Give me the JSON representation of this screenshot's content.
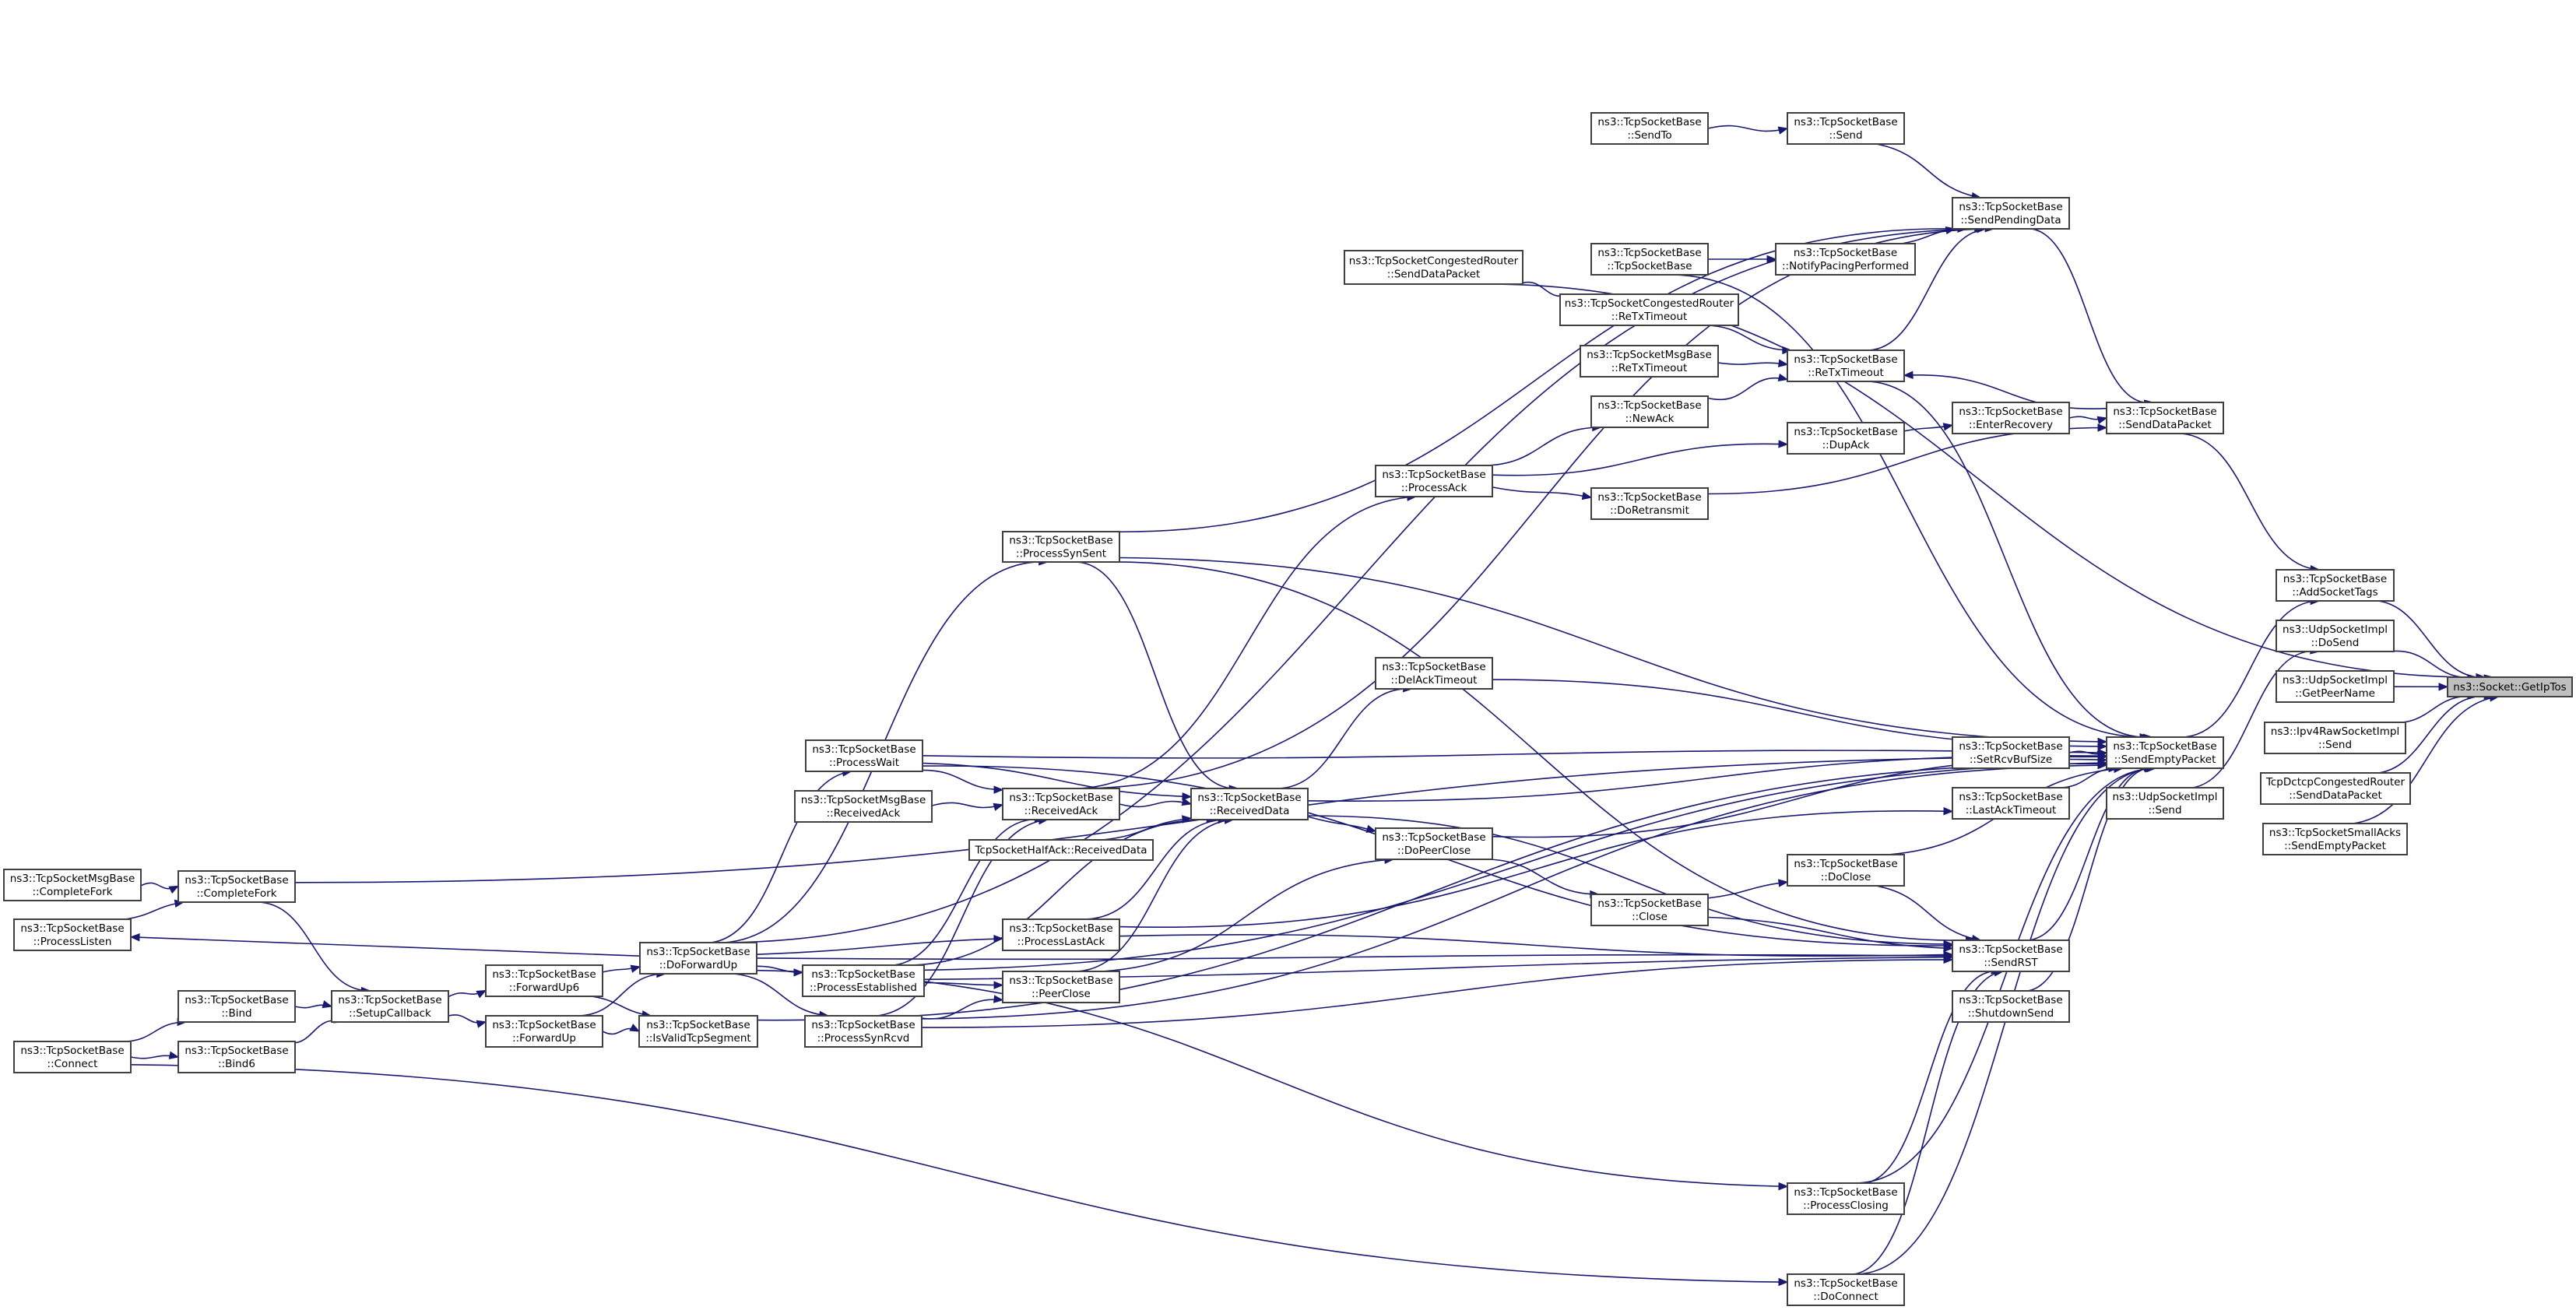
{
  "diagram": {
    "type": "call-graph",
    "focus_node": "getiptos",
    "colors": {
      "edge": "#191970",
      "node_border": "#404040",
      "focus_fill": "#bfbfbf",
      "node_fill": "#ffffff"
    },
    "nodes": [
      {
        "id": "getiptos",
        "lines": [
          "ns3::Socket::GetIpTos"
        ]
      },
      {
        "id": "addsockettags",
        "lines": [
          "ns3::TcpSocketBase",
          "::AddSocketTags"
        ]
      },
      {
        "id": "udp_dosend",
        "lines": [
          "ns3::UdpSocketImpl",
          "::DoSend"
        ]
      },
      {
        "id": "udp_getpeername",
        "lines": [
          "ns3::UdpSocketImpl",
          "::GetPeerName"
        ]
      },
      {
        "id": "ipv4raw_send",
        "lines": [
          "ns3::Ipv4RawSocketImpl",
          "::Send"
        ]
      },
      {
        "id": "dctcp_senddatapacket",
        "lines": [
          "TcpDctcpCongestedRouter",
          "::SendDataPacket"
        ]
      },
      {
        "id": "smallacks_sendemptypacket",
        "lines": [
          "ns3::TcpSocketSmallAcks",
          "::SendEmptyPacket"
        ]
      },
      {
        "id": "sendemptypacket",
        "lines": [
          "ns3::TcpSocketBase",
          "::SendEmptyPacket"
        ]
      },
      {
        "id": "udp_send",
        "lines": [
          "ns3::UdpSocketImpl",
          "::Send"
        ]
      },
      {
        "id": "senddatapacket",
        "lines": [
          "ns3::TcpSocketBase",
          "::SendDataPacket"
        ]
      },
      {
        "id": "sendpendingdata",
        "lines": [
          "ns3::TcpSocketBase",
          "::SendPendingData"
        ]
      },
      {
        "id": "enterrecovery",
        "lines": [
          "ns3::TcpSocketBase",
          "::EnterRecovery"
        ]
      },
      {
        "id": "setrcvbufsize",
        "lines": [
          "ns3::TcpSocketBase",
          "::SetRcvBufSize"
        ]
      },
      {
        "id": "lastacktimeout",
        "lines": [
          "ns3::TcpSocketBase",
          "::LastAckTimeout"
        ]
      },
      {
        "id": "sendrst",
        "lines": [
          "ns3::TcpSocketBase",
          "::SendRST"
        ]
      },
      {
        "id": "shutdownsend",
        "lines": [
          "ns3::TcpSocketBase",
          "::ShutdownSend"
        ]
      },
      {
        "id": "send",
        "lines": [
          "ns3::TcpSocketBase",
          "::Send"
        ]
      },
      {
        "id": "sendto",
        "lines": [
          "ns3::TcpSocketBase",
          "::SendTo"
        ]
      },
      {
        "id": "notifypacing",
        "lines": [
          "ns3::TcpSocketBase",
          "::NotifyPacingPerformed"
        ]
      },
      {
        "id": "ctor",
        "lines": [
          "ns3::TcpSocketBase",
          "::TcpSocketBase"
        ]
      },
      {
        "id": "retxtimeout",
        "lines": [
          "ns3::TcpSocketBase",
          "::ReTxTimeout"
        ]
      },
      {
        "id": "cr_retxtimeout",
        "lines": [
          "ns3::TcpSocketCongestedRouter",
          "::ReTxTimeout"
        ]
      },
      {
        "id": "msg_retxtimeout",
        "lines": [
          "ns3::TcpSocketMsgBase",
          "::ReTxTimeout"
        ]
      },
      {
        "id": "newack",
        "lines": [
          "ns3::TcpSocketBase",
          "::NewAck"
        ]
      },
      {
        "id": "dupack",
        "lines": [
          "ns3::TcpSocketBase",
          "::DupAck"
        ]
      },
      {
        "id": "doretransmit",
        "lines": [
          "ns3::TcpSocketBase",
          "::DoRetransmit"
        ]
      },
      {
        "id": "cr_senddatapacket",
        "lines": [
          "ns3::TcpSocketCongestedRouter",
          "::SendDataPacket"
        ]
      },
      {
        "id": "processack",
        "lines": [
          "ns3::TcpSocketBase",
          "::ProcessAck"
        ]
      },
      {
        "id": "delacktimeout",
        "lines": [
          "ns3::TcpSocketBase",
          "::DelAckTimeout"
        ]
      },
      {
        "id": "dopeerclose",
        "lines": [
          "ns3::TcpSocketBase",
          "::DoPeerClose"
        ]
      },
      {
        "id": "doclose",
        "lines": [
          "ns3::TcpSocketBase",
          "::DoClose"
        ]
      },
      {
        "id": "close",
        "lines": [
          "ns3::TcpSocketBase",
          "::Close"
        ]
      },
      {
        "id": "processclosing",
        "lines": [
          "ns3::TcpSocketBase",
          "::ProcessClosing"
        ]
      },
      {
        "id": "doconnect",
        "lines": [
          "ns3::TcpSocketBase",
          "::DoConnect"
        ]
      },
      {
        "id": "processsynsent",
        "lines": [
          "ns3::TcpSocketBase",
          "::ProcessSynSent"
        ]
      },
      {
        "id": "processwait",
        "lines": [
          "ns3::TcpSocketBase",
          "::ProcessWait"
        ]
      },
      {
        "id": "receivedack",
        "lines": [
          "ns3::TcpSocketBase",
          "::ReceivedAck"
        ]
      },
      {
        "id": "msg_receivedack",
        "lines": [
          "ns3::TcpSocketMsgBase",
          "::ReceivedAck"
        ]
      },
      {
        "id": "halfack_receiveddata",
        "lines": [
          "TcpSocketHalfAck::ReceivedData"
        ]
      },
      {
        "id": "receiveddata",
        "lines": [
          "ns3::TcpSocketBase",
          "::ReceivedData"
        ]
      },
      {
        "id": "processlastack",
        "lines": [
          "ns3::TcpSocketBase",
          "::ProcessLastAck"
        ]
      },
      {
        "id": "peerclose",
        "lines": [
          "ns3::TcpSocketBase",
          "::PeerClose"
        ]
      },
      {
        "id": "processestablished",
        "lines": [
          "ns3::TcpSocketBase",
          "::ProcessEstablished"
        ]
      },
      {
        "id": "processsynrcvd",
        "lines": [
          "ns3::TcpSocketBase",
          "::ProcessSynRcvd"
        ]
      },
      {
        "id": "doforwardup",
        "lines": [
          "ns3::TcpSocketBase",
          "::DoForwardUp"
        ]
      },
      {
        "id": "forwardup6",
        "lines": [
          "ns3::TcpSocketBase",
          "::ForwardUp6"
        ]
      },
      {
        "id": "forwardup",
        "lines": [
          "ns3::TcpSocketBase",
          "::ForwardUp"
        ]
      },
      {
        "id": "isvalidtcpsegment",
        "lines": [
          "ns3::TcpSocketBase",
          "::IsValidTcpSegment"
        ]
      },
      {
        "id": "setupcallback",
        "lines": [
          "ns3::TcpSocketBase",
          "::SetupCallback"
        ]
      },
      {
        "id": "completefork",
        "lines": [
          "ns3::TcpSocketBase",
          "::CompleteFork"
        ]
      },
      {
        "id": "msg_completefork",
        "lines": [
          "ns3::TcpSocketMsgBase",
          "::CompleteFork"
        ]
      },
      {
        "id": "processlisten",
        "lines": [
          "ns3::TcpSocketBase",
          "::ProcessListen"
        ]
      },
      {
        "id": "bind",
        "lines": [
          "ns3::TcpSocketBase",
          "::Bind"
        ]
      },
      {
        "id": "bind6",
        "lines": [
          "ns3::TcpSocketBase",
          "::Bind6"
        ]
      },
      {
        "id": "connect",
        "lines": [
          "ns3::TcpSocketBase",
          "::Connect"
        ]
      }
    ],
    "edges": [
      {
        "from": "addsockettags",
        "to": "getiptos"
      },
      {
        "from": "udp_dosend",
        "to": "getiptos"
      },
      {
        "from": "udp_getpeername",
        "to": "getiptos"
      },
      {
        "from": "ipv4raw_send",
        "to": "getiptos"
      },
      {
        "from": "dctcp_senddatapacket",
        "to": "getiptos"
      },
      {
        "from": "smallacks_sendemptypacket",
        "to": "getiptos"
      },
      {
        "from": "cr_senddatapacket",
        "to": "getiptos"
      },
      {
        "from": "sendemptypacket",
        "to": "addsockettags"
      },
      {
        "from": "senddatapacket",
        "to": "addsockettags"
      },
      {
        "from": "udp_send",
        "to": "udp_dosend"
      },
      {
        "from": "sendpendingdata",
        "to": "senddatapacket"
      },
      {
        "from": "enterrecovery",
        "to": "senddatapacket"
      },
      {
        "from": "doretransmit",
        "to": "senddatapacket"
      },
      {
        "from": "senddatapacket",
        "to": "retxtimeout"
      },
      {
        "from": "send",
        "to": "sendpendingdata"
      },
      {
        "from": "sendto",
        "to": "send"
      },
      {
        "from": "notifypacing",
        "to": "sendpendingdata"
      },
      {
        "from": "ctor",
        "to": "notifypacing"
      },
      {
        "from": "retxtimeout",
        "to": "sendpendingdata"
      },
      {
        "from": "processsynsent",
        "to": "sendpendingdata"
      },
      {
        "from": "receivedack",
        "to": "sendpendingdata"
      },
      {
        "from": "doforwardup",
        "to": "sendpendingdata"
      },
      {
        "from": "cr_retxtimeout",
        "to": "retxtimeout"
      },
      {
        "from": "msg_retxtimeout",
        "to": "retxtimeout"
      },
      {
        "from": "newack",
        "to": "retxtimeout"
      },
      {
        "from": "cr_senddatapacket",
        "to": "cr_retxtimeout"
      },
      {
        "from": "dupack",
        "to": "enterrecovery"
      },
      {
        "from": "processack",
        "to": "newack"
      },
      {
        "from": "processack",
        "to": "dupack"
      },
      {
        "from": "processack",
        "to": "doretransmit"
      },
      {
        "from": "receivedack",
        "to": "processack"
      },
      {
        "from": "setrcvbufsize",
        "to": "sendemptypacket"
      },
      {
        "from": "lastacktimeout",
        "to": "sendemptypacket"
      },
      {
        "from": "sendrst",
        "to": "sendemptypacket"
      },
      {
        "from": "shutdownsend",
        "to": "sendemptypacket"
      },
      {
        "from": "retxtimeout",
        "to": "sendemptypacket"
      },
      {
        "from": "ctor",
        "to": "sendemptypacket"
      },
      {
        "from": "delacktimeout",
        "to": "sendemptypacket"
      },
      {
        "from": "receiveddata",
        "to": "sendemptypacket"
      },
      {
        "from": "dopeerclose",
        "to": "sendemptypacket"
      },
      {
        "from": "doclose",
        "to": "sendemptypacket"
      },
      {
        "from": "processclosing",
        "to": "sendemptypacket"
      },
      {
        "from": "doconnect",
        "to": "sendemptypacket"
      },
      {
        "from": "processsynsent",
        "to": "sendemptypacket"
      },
      {
        "from": "processwait",
        "to": "sendemptypacket"
      },
      {
        "from": "processestablished",
        "to": "sendemptypacket"
      },
      {
        "from": "processsynrcvd",
        "to": "sendemptypacket"
      },
      {
        "from": "completefork",
        "to": "sendemptypacket"
      },
      {
        "from": "isvalidtcpsegment",
        "to": "sendemptypacket"
      },
      {
        "from": "processlastack",
        "to": "lastacktimeout"
      },
      {
        "from": "processsynsent",
        "to": "sendrst"
      },
      {
        "from": "processwait",
        "to": "sendrst"
      },
      {
        "from": "receiveddata",
        "to": "sendrst"
      },
      {
        "from": "close",
        "to": "sendrst"
      },
      {
        "from": "doclose",
        "to": "sendrst"
      },
      {
        "from": "processlastack",
        "to": "sendrst"
      },
      {
        "from": "processestablished",
        "to": "sendrst"
      },
      {
        "from": "processsynrcvd",
        "to": "sendrst"
      },
      {
        "from": "doforwardup",
        "to": "sendrst"
      },
      {
        "from": "processclosing",
        "to": "sendrst"
      },
      {
        "from": "doconnect",
        "to": "sendrst"
      },
      {
        "from": "close",
        "to": "doclose"
      },
      {
        "from": "dopeerclose",
        "to": "close"
      },
      {
        "from": "receiveddata",
        "to": "delacktimeout"
      },
      {
        "from": "receiveddata",
        "to": "dopeerclose"
      },
      {
        "from": "peerclose",
        "to": "dopeerclose"
      },
      {
        "from": "processsynsent",
        "to": "receiveddata"
      },
      {
        "from": "processwait",
        "to": "receivedack"
      },
      {
        "from": "processwait",
        "to": "receiveddata"
      },
      {
        "from": "receivedack",
        "to": "receiveddata"
      },
      {
        "from": "msg_receivedack",
        "to": "receivedack"
      },
      {
        "from": "halfack_receiveddata",
        "to": "receiveddata"
      },
      {
        "from": "processlastack",
        "to": "receiveddata"
      },
      {
        "from": "processestablished",
        "to": "receiveddata"
      },
      {
        "from": "processestablished",
        "to": "receivedack"
      },
      {
        "from": "processsynrcvd",
        "to": "receivedack"
      },
      {
        "from": "peerclose",
        "to": "receiveddata"
      },
      {
        "from": "processestablished",
        "to": "peerclose"
      },
      {
        "from": "processsynrcvd",
        "to": "peerclose"
      },
      {
        "from": "doforwardup",
        "to": "processsynsent"
      },
      {
        "from": "doforwardup",
        "to": "processwait"
      },
      {
        "from": "doforwardup",
        "to": "processlastack"
      },
      {
        "from": "doforwardup",
        "to": "processestablished"
      },
      {
        "from": "doforwardup",
        "to": "processsynrcvd"
      },
      {
        "from": "doforwardup",
        "to": "processclosing"
      },
      {
        "from": "doforwardup",
        "to": "processlisten"
      },
      {
        "from": "forwardup6",
        "to": "doforwardup"
      },
      {
        "from": "forwardup",
        "to": "doforwardup"
      },
      {
        "from": "forwardup6",
        "to": "isvalidtcpsegment"
      },
      {
        "from": "forwardup",
        "to": "isvalidtcpsegment"
      },
      {
        "from": "setupcallback",
        "to": "forwardup6"
      },
      {
        "from": "setupcallback",
        "to": "forwardup"
      },
      {
        "from": "completefork",
        "to": "setupcallback"
      },
      {
        "from": "bind",
        "to": "setupcallback"
      },
      {
        "from": "bind6",
        "to": "setupcallback"
      },
      {
        "from": "msg_completefork",
        "to": "completefork"
      },
      {
        "from": "processlisten",
        "to": "completefork"
      },
      {
        "from": "connect",
        "to": "bind"
      },
      {
        "from": "connect",
        "to": "bind6"
      },
      {
        "from": "connect",
        "to": "doconnect"
      }
    ]
  }
}
